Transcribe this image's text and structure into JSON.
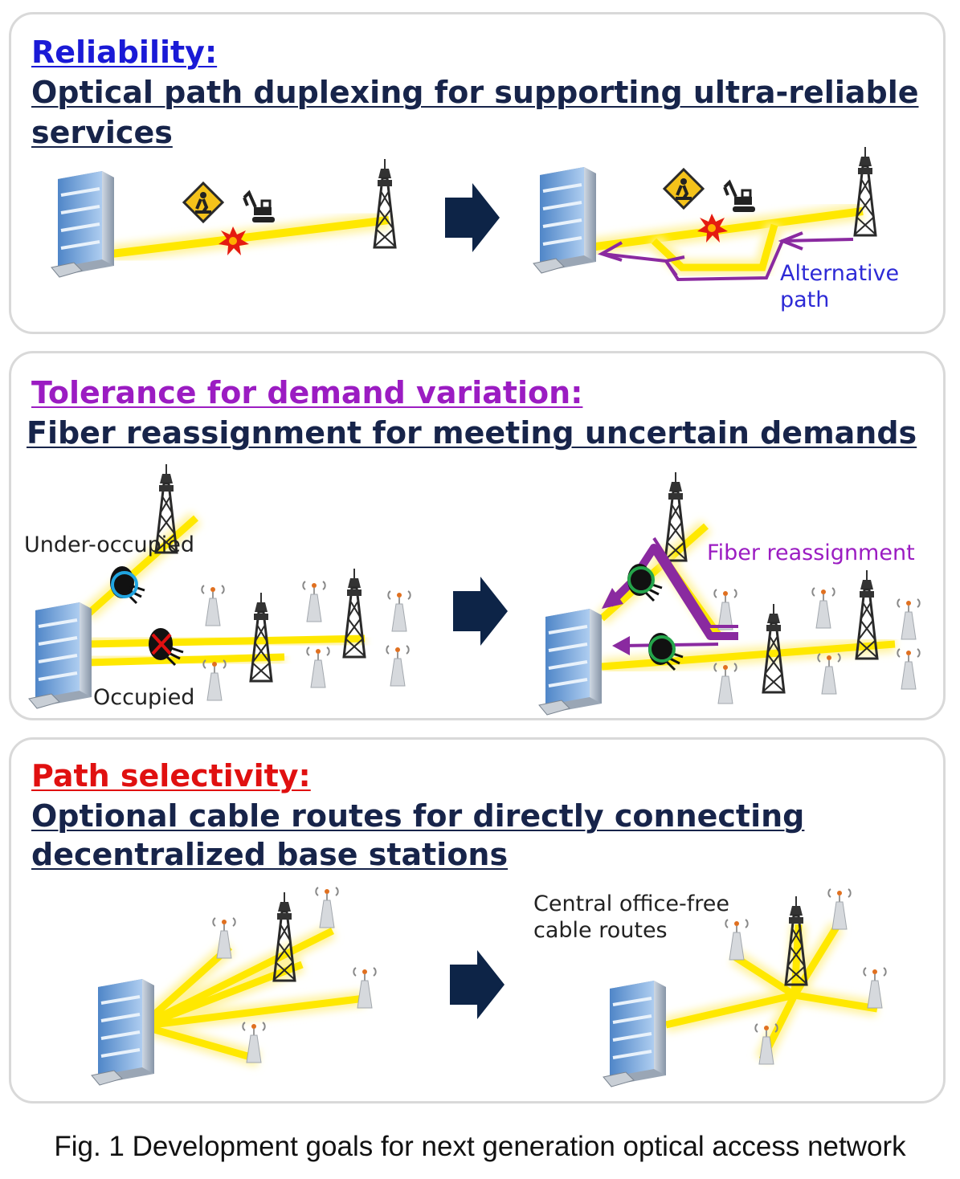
{
  "panels": [
    {
      "category": "Reliability:",
      "title_line1": "Optical path duplexing for supporting ultra-reliable",
      "title_line2": "services",
      "label_alt_line1": "Alternative",
      "label_alt_line2": "path"
    },
    {
      "category": "Tolerance for demand variation:",
      "title_line1": "Fiber reassignment for meeting uncertain demands",
      "label_under": "Under-occupied",
      "label_occupied": "Occupied",
      "label_reassign": "Fiber reassignment"
    },
    {
      "category": "Path selectivity:",
      "title_line1": "Optional cable routes for directly connecting",
      "title_line2": "decentralized base stations",
      "label_free_line1": "Central office-free",
      "label_free_line2": "cable routes"
    }
  ],
  "caption": "Fig. 1 Development goals for next generation optical access network",
  "colors": {
    "fiber": "#ffe800",
    "glow": "#fff3a0",
    "arrow": "#0d2447",
    "alt_path": "#8a2aa0",
    "title_navy": "#17244a"
  }
}
